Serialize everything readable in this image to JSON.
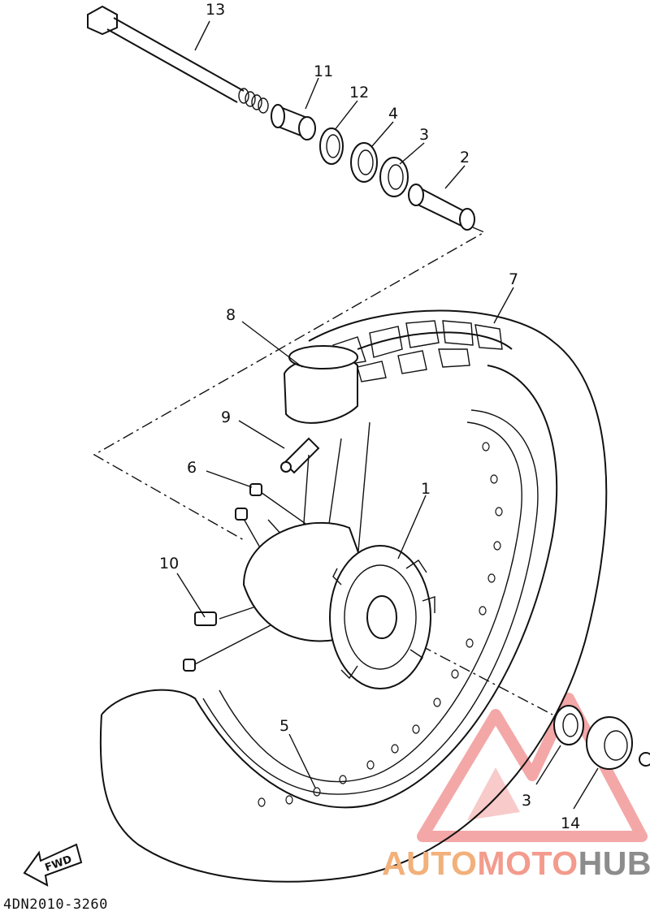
{
  "diagram": {
    "code": "4DN2010-3260",
    "fwd_label": "FWD",
    "callouts": {
      "c1": "1",
      "c2": "2",
      "c3": "3",
      "c3b": "3",
      "c4": "4",
      "c5": "5",
      "c6": "6",
      "c7": "7",
      "c8": "8",
      "c9": "9",
      "c10": "10",
      "c11": "11",
      "c12": "12",
      "c13": "13",
      "c14": "14"
    }
  },
  "watermark": {
    "part1": "AUTO",
    "part2": "MOTO",
    "part3": "HUB",
    "colors": {
      "auto": "#f2b07a",
      "moto": "#f39b8d",
      "hub": "#8c8c8c",
      "triangle": "#f08a8a"
    }
  }
}
